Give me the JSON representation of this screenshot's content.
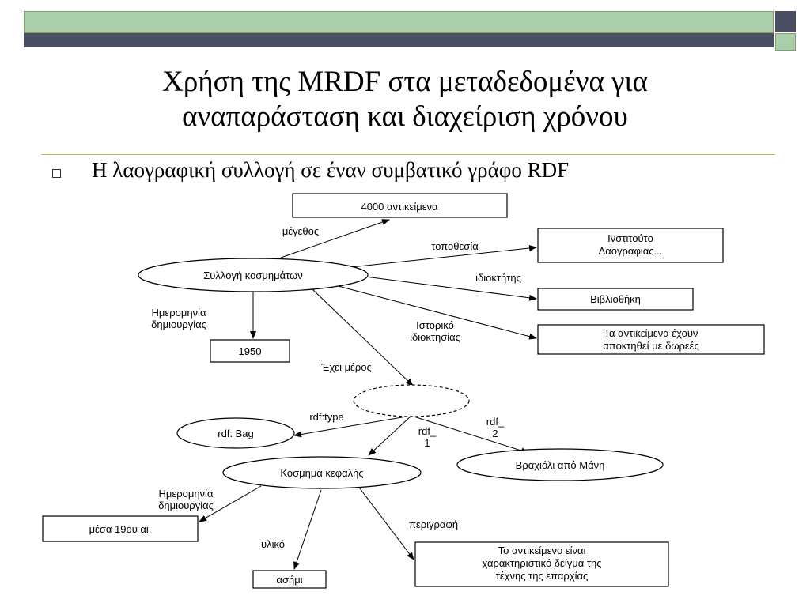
{
  "title_line1": "Χρήση της MRDF στα μεταδεδομένα για",
  "title_line2": "αναπαράσταση και διαχείριση χρόνου",
  "bullet": "Η λαογραφική συλλογή σε έναν συμβατικό γράφο RDF",
  "nodes": {
    "size": "4000 αντικείμενα",
    "collection": "Συλλογή κοσμημάτων",
    "location_l1": "Ινστιτούτο",
    "location_l2": "Λαογραφίας...",
    "owner": "Βιβλιοθήκη",
    "history_l1": "Τα αντικείμενα έχουν",
    "history_l2": "αποκτηθεί με δωρεές",
    "year": "1950",
    "bag": "rdf: Bag",
    "head_jewel": "Κόσμημα κεφαλής",
    "bracelet": "Βραχιόλι από Μάνη",
    "mid19": "μέσα 19ου αι.",
    "silver": "ασήμι",
    "desc_l1": "Το αντικείμενο είναι",
    "desc_l2": "χαρακτηριστικό δείγμα της",
    "desc_l3": "τέχνης της επαρχίας"
  },
  "edges": {
    "size": "μέγεθος",
    "location": "τοποθεσία",
    "owner": "ιδιοκτήτης",
    "created_l1": "Ημερομηνία",
    "created_l2": "δημιουργίας",
    "history_l1": "Ιστορικό",
    "history_l2": "ιδιοκτησίας",
    "has_part": "Έχει μέρος",
    "rdf_type": "rdf:type",
    "rdf1_l1": "rdf_",
    "rdf1_l2": "1",
    "rdf2_l1": "rdf_",
    "rdf2_l2": "2",
    "created2_l1": "Ημερομηνία",
    "created2_l2": "δημιουργίας",
    "material": "υλικό",
    "description": "περιγραφή"
  }
}
